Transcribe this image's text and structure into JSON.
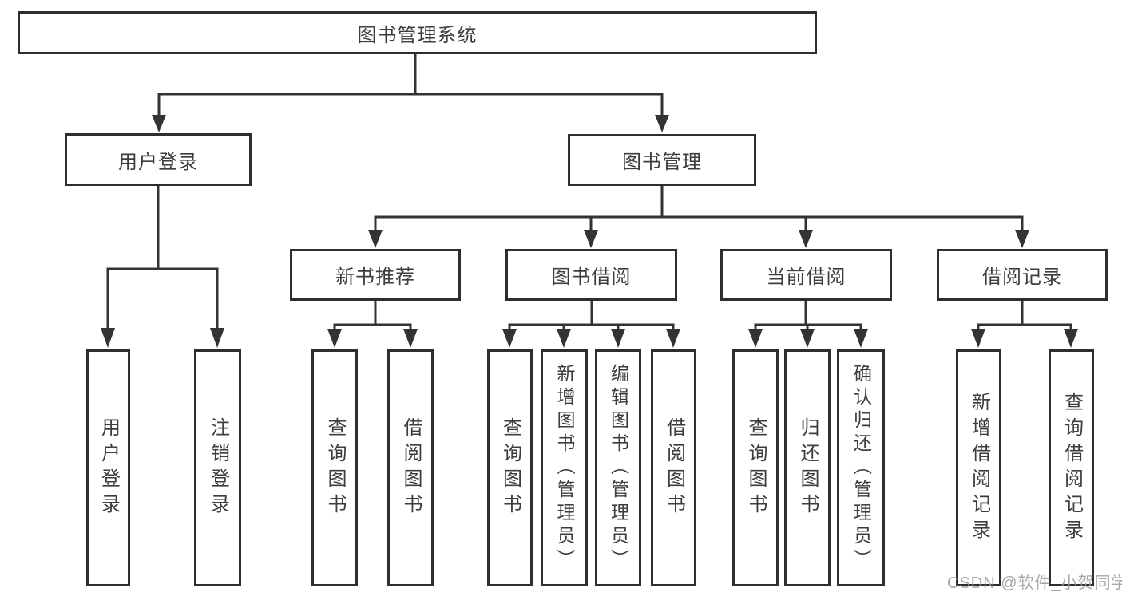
{
  "root": {
    "label": "图书管理系统"
  },
  "tree": [
    {
      "label": "用户登录",
      "children": [
        {
          "label": "用户登录"
        },
        {
          "label": "注销登录"
        }
      ]
    },
    {
      "label": "图书管理",
      "children": [
        {
          "label": "新书推荐",
          "children": [
            {
              "label": "查询图书"
            },
            {
              "label": "借阅图书"
            }
          ]
        },
        {
          "label": "图书借阅",
          "children": [
            {
              "label": "查询图书"
            },
            {
              "label": "新增图书（管理员）"
            },
            {
              "label": "编辑图书（管理员）"
            },
            {
              "label": "借阅图书"
            }
          ]
        },
        {
          "label": "当前借阅",
          "children": [
            {
              "label": "查询图书"
            },
            {
              "label": "归还图书"
            },
            {
              "label": "确认归还（管理员）"
            }
          ]
        },
        {
          "label": "借阅记录",
          "children": [
            {
              "label": "新增借阅记录"
            },
            {
              "label": "查询借阅记录"
            }
          ]
        }
      ]
    }
  ],
  "watermark": {
    "text": "CSDN @软件_小贺同学"
  },
  "colors": {
    "line": "#333333",
    "border": "#2e2e2e",
    "text": "#3d3d3d",
    "background": "#ffffff",
    "watermark": "#969696"
  }
}
